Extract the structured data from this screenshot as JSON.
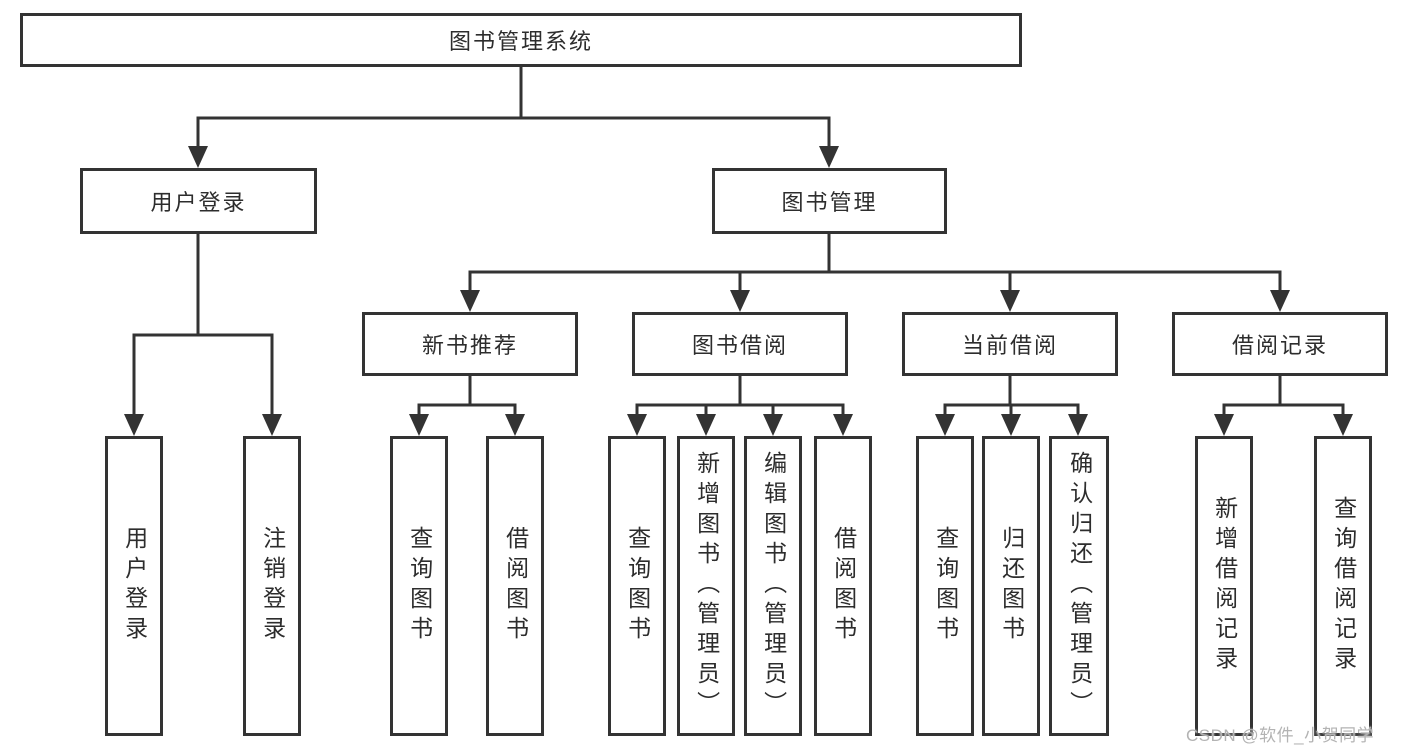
{
  "tree": {
    "label": "图书管理系统",
    "children": [
      {
        "label": "用户登录",
        "children": [
          {
            "label": "用户登录"
          },
          {
            "label": "注销登录"
          }
        ]
      },
      {
        "label": "图书管理",
        "children": [
          {
            "label": "新书推荐",
            "children": [
              {
                "label": "查询图书"
              },
              {
                "label": "借阅图书"
              }
            ]
          },
          {
            "label": "图书借阅",
            "children": [
              {
                "label": "查询图书"
              },
              {
                "label": "新增图书（管理员）"
              },
              {
                "label": "编辑图书（管理员）"
              },
              {
                "label": "借阅图书"
              }
            ]
          },
          {
            "label": "当前借阅",
            "children": [
              {
                "label": "查询图书"
              },
              {
                "label": "归还图书"
              },
              {
                "label": "确认归还（管理员）"
              }
            ]
          },
          {
            "label": "借阅记录",
            "children": [
              {
                "label": "新增借阅记录"
              },
              {
                "label": "查询借阅记录"
              }
            ]
          }
        ]
      }
    ]
  },
  "watermark": {
    "text": "CSDN @软件_小贺同学"
  },
  "colors": {
    "line": "#333333",
    "text": "#2d2d2d",
    "background": "#ffffff",
    "watermark": "#b3b3b3"
  }
}
